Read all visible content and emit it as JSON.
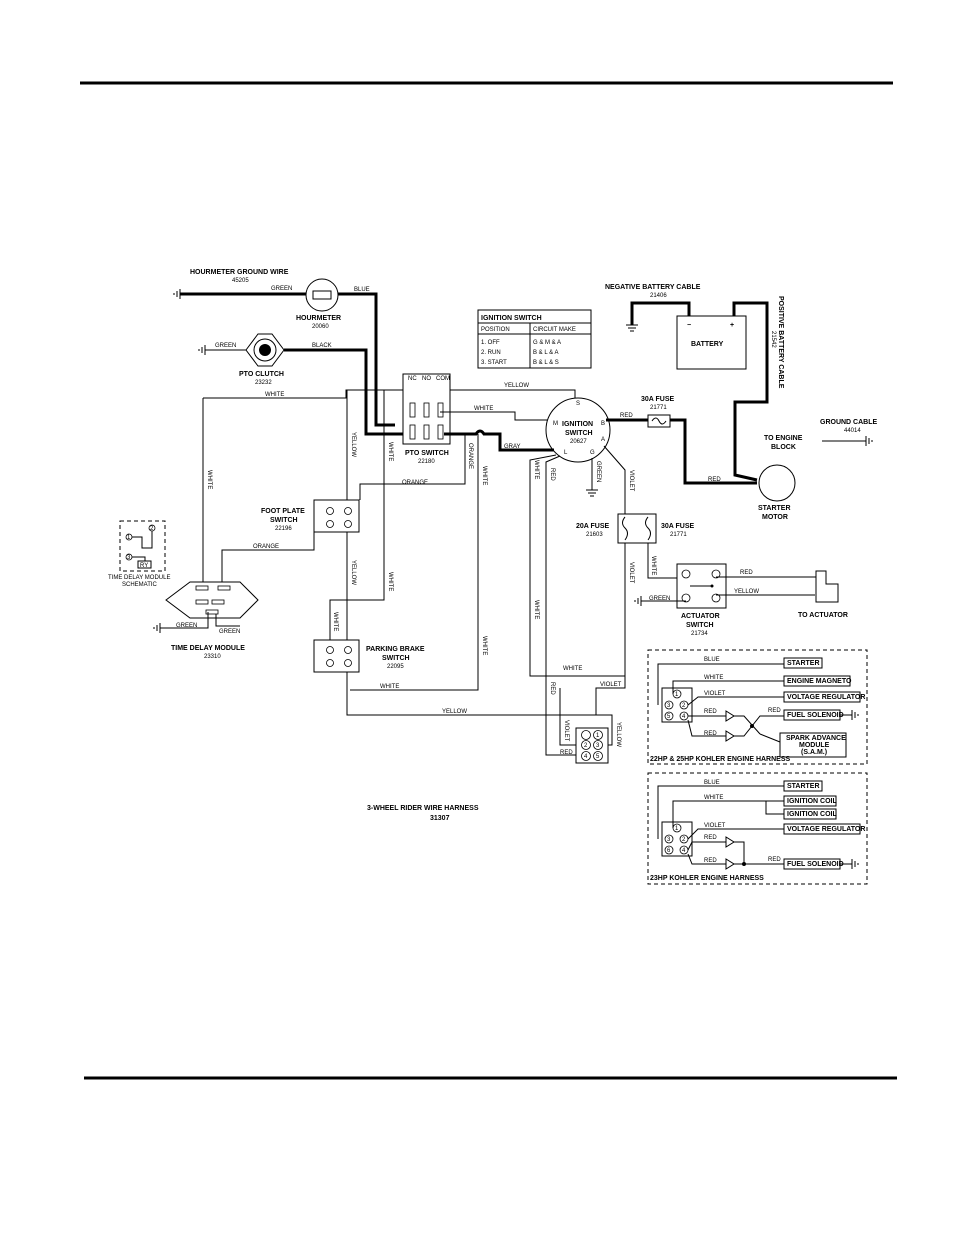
{
  "hourmeter_ground": {
    "label": "HOURMETER GROUND WIRE",
    "part": "45205"
  },
  "hourmeter": {
    "label": "HOURMETER",
    "part": "20060"
  },
  "pto_clutch": {
    "label": "PTO CLUTCH",
    "part": "23232"
  },
  "pto_switch": {
    "label": "PTO SWITCH",
    "part": "22180",
    "pins": [
      "NC",
      "NO",
      "COM"
    ]
  },
  "foot_plate_switch": {
    "label1": "FOOT PLATE",
    "label2": "SWITCH",
    "part": "22196"
  },
  "time_delay_schematic": {
    "label1": "TIME DELAY MODULE",
    "label2": "SCHEMATIC"
  },
  "time_delay_module": {
    "label": "TIME DELAY MODULE",
    "part": "23310"
  },
  "parking_brake_switch": {
    "label1": "PARKING BRAKE",
    "label2": "SWITCH",
    "part": "22095"
  },
  "ignition_switch": {
    "label1": "IGNITION",
    "label2": "SWITCH",
    "part": "20627",
    "terminals": [
      "S",
      "M",
      "B",
      "L",
      "G",
      "A"
    ]
  },
  "ignition_table": {
    "title": "IGNITION SWITCH",
    "headers": [
      "POSITION",
      "CIRCUIT MAKE"
    ],
    "rows": [
      [
        "1. OFF",
        "G & M & A"
      ],
      [
        "2. RUN",
        "B & L & A"
      ],
      [
        "3. START",
        "B & L & S"
      ]
    ]
  },
  "negative_battery_cable": {
    "label": "NEGATIVE BATTERY CABLE",
    "part": "21406"
  },
  "battery": {
    "label": "BATTERY",
    "minus": "−",
    "plus": "+"
  },
  "positive_battery_cable": {
    "label": "POSITIVE BATTERY CABLE",
    "part": "21542"
  },
  "fuse_30a_top": {
    "label": "30A FUSE",
    "part": "21771"
  },
  "ground_cable": {
    "label": "GROUND CABLE",
    "part": "44014"
  },
  "to_engine_block": {
    "label1": "TO ENGINE",
    "label2": "BLOCK"
  },
  "starter_motor": {
    "label1": "STARTER",
    "label2": "MOTOR"
  },
  "fuse_20a": {
    "label": "20A FUSE",
    "part": "21603"
  },
  "fuse_30a_mid": {
    "label": "30A FUSE",
    "part": "21771"
  },
  "actuator_switch": {
    "label1": "ACTUATOR",
    "label2": "SWITCH",
    "part": "21734"
  },
  "to_actuator": {
    "label": "TO ACTUATOR"
  },
  "harness": {
    "label": "3-WHEEL RIDER WIRE HARNESS",
    "part": "31307"
  },
  "connector_pins": [
    "1",
    "2",
    "3",
    "4",
    "5",
    "6"
  ],
  "td_pins": {
    "p1": "1",
    "p2": "2",
    "p3": "3",
    "box": "RY"
  },
  "kohler_22_25": {
    "title": "22HP & 25HP KOHLER ENGINE HARNESS",
    "starter": "STARTER",
    "magneto": "ENGINE MAGNETO",
    "voltage_regulator": "VOLTAGE REGULATOR",
    "fuel_solenoid": "FUEL SOLENOID",
    "sam1": "SPARK ADVANCE",
    "sam2": "MODULE",
    "sam3": "(S.A.M.)"
  },
  "kohler_23": {
    "title": "23HP KOHLER ENGINE HARNESS",
    "starter": "STARTER",
    "coil1": "IGNITION COIL",
    "coil2": "IGNITION COIL",
    "voltage_regulator": "VOLTAGE REGULATOR",
    "fuel_solenoid": "FUEL SOLENOID"
  },
  "wire_colors": {
    "green": "GREEN",
    "blue": "BLUE",
    "black": "BLACK",
    "white": "WHITE",
    "yellow": "YELLOW",
    "orange": "ORANGE",
    "gray": "GRAY",
    "red": "RED",
    "violet": "VIOLET"
  }
}
